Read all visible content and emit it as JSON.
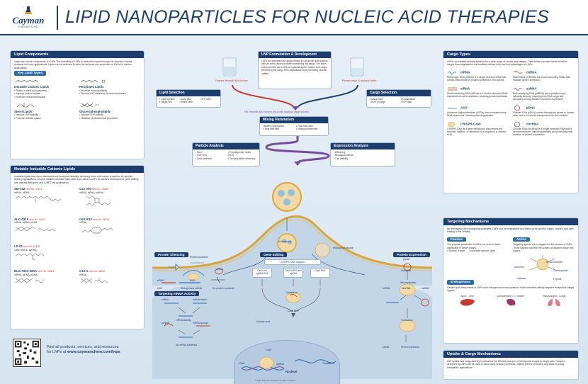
{
  "header": {
    "logo_text": "Cayman",
    "logo_sub": "CHEMICAL",
    "title": "LIPID NANOPARTICLES FOR NUCLEIC ACID THERAPIES"
  },
  "lipid_components": {
    "heading": "Lipid Components",
    "intro": "Lipids are critical components of LNPs. The versatility of LNPs is attributed in part through the diversity of lipids available for these applications. Lipids can be selected to tailor the behavior and properties of LNPs for various applications.",
    "key_types_heading": "Key Lipid Types",
    "types": [
      {
        "name": "Ionizable Cationic Lipids",
        "points": [
          "Protect nucleic acid payloads",
          "Improve cellular uptake",
          "Promote endosomal escape"
        ]
      },
      {
        "name": "PEGylated Lipids",
        "points": [
          "Increase biocompatibility",
          "Prevent LNP clearance by immune system"
        ]
      },
      {
        "name": "Sterol Lipids",
        "points": [
          "Improve LNP stability",
          "Promote cellular uptake"
        ]
      },
      {
        "name": "Glycerophospholipids",
        "points": [
          "Improve LNP stability",
          "Minimize phytochemical properties"
        ]
      }
    ]
  },
  "notable_lipids": {
    "heading": "Notable Ionizable Cationic Lipids",
    "intro": "Ionizable lipids have been developed and functional diversity, delivering them with unique properties for specific delivery applications. Several notable ionizable lipids have been used in LNPs for vaccine development, gene editing, rare disease therapies, and CAR T cell applications.",
    "lipids": [
      {
        "name": "SM-102",
        "item": "Item No. 33474",
        "use": "mRNA, siRNA"
      },
      {
        "name": "C12-200",
        "item": "Item No. 36699",
        "use": "mRNA, siRNA, miRNA"
      },
      {
        "name": "ALC-0315",
        "item": "Item No. 34337",
        "use": "mRNA, siRNA, pDNA"
      },
      {
        "name": "cKK-E12",
        "item": "Item No. 36700",
        "use": "mRNA"
      },
      {
        "name": "LP-01",
        "item": "Item No. 37378",
        "use": "Cas9 mRNA, sgRNA"
      },
      {
        "name": "DLin-MC3-DMA",
        "item": "Item No. 34364",
        "use": "mRNA, siRNA, pDNA"
      },
      {
        "name": "C14-4",
        "item": "Item No. 35942",
        "use": "mRNA"
      }
    ]
  },
  "footer": {
    "line1": "Find all products, services, and resources",
    "line2_prefix": "for LNPs at ",
    "url": "www.caymanchem.com/lnps",
    "copyright": "© 2024 Cayman Chemical. All rights reserved."
  },
  "formulation": {
    "heading": "LNP Formulation & Development",
    "text": "LNPs are prepared by rapidly mixing an ethanolic lipid solution with an acidic aqueous buffer containing the cargo. The lipids self-assemble into LNPs encapsulating the nucleic acid cargo, preventing the cargo from degradation and promoting cellular uptake.",
    "left_label": "Prepare ethanolic lipid mixture",
    "right_label": "Prepare cargo in aqueous buffer"
  },
  "lipid_selection": {
    "heading": "Lipid Selection",
    "items": [
      "Lipid species",
      "Target cell",
      "Lipid pKa",
      "Molar ratio",
      "N:P ratio"
    ]
  },
  "cargo_selection": {
    "heading": "Cargo Selection",
    "items": [
      "Cargo type",
      "Size of cargo",
      "Localization",
      "N:P ratio"
    ]
  },
  "mix_label": "Mix ethanolic lipid mixture and acidic aqueous cargo solution",
  "mixing": {
    "heading": "Mixing Parameters",
    "items": [
      "Buffer composition",
      "Total flow rate",
      "Flow rate ratio",
      "Mixing architecture"
    ]
  },
  "particle": {
    "heading": "Particle Analysis",
    "items": [
      "Size",
      "LNP pKa",
      "Zeta potential",
      "Polydispersity index (PDI)",
      "Encapsulation efficiency"
    ]
  },
  "expression": {
    "heading": "Expression Analysis",
    "items": [
      "Efficiency",
      "Biological effects",
      "Cell viability"
    ]
  },
  "cell": {
    "endocytosis": "Endocytosis",
    "endosomal_escape": "Endosomal escape",
    "nuclear_pore": "Nuclear pore",
    "nucleus": "Nucleus",
    "translation": "Translation",
    "protein_synthesis": "Protein synthesis"
  },
  "protein_silencing": {
    "heading": "Protein Silencing",
    "labels": [
      "Protein synthesis",
      "RISC",
      "siRNA",
      "ASO",
      "Endogenous mRNA",
      "shRNA",
      "No protein synthesis"
    ]
  },
  "targeting_mrna": {
    "heading": "Targeting mRNA Activity",
    "labels": [
      "mRNA",
      "mRNA mimic",
      "mRNA stability",
      "pshmiR",
      "mRNA sponge",
      "No mRNA synthesis"
    ]
  },
  "gene_editing": {
    "heading": "Gene Editing",
    "system": "CRISPR-Cas9 Systems",
    "options": [
      "Cas9 and sgRNA RNA",
      "Cas9 mRNA and sgRNA",
      "Cas9 RNP"
    ],
    "labels": [
      "Translation",
      "Cas9 RNP",
      "Cas9",
      "DNA",
      "sgRNA"
    ]
  },
  "protein_expression": {
    "heading": "Protein Expression",
    "labels": [
      "pDNA",
      "Nuclease",
      "mRNA",
      "Self-replication",
      "circRNA",
      "saRNA",
      "Translation"
    ]
  },
  "cargo_types": {
    "heading": "Cargo Types",
    "intro": "LNPs can transfer delivery systems for a wide range of nucleic acid cargos. Their ability to protect these sensitive cargos from degradation and facilitate cellular entry are key advantages of LNPs.",
    "items": [
      {
        "name": "mRNA",
        "desc": "Messenger RNA (mRNA) is a single-stranded RNA that carries instructions for protein synthesis in the cytosol."
      },
      {
        "name": "miRNA",
        "desc": "MicroRNAs (miRNAs) are small noncoding RNAs that regulate gene expression."
      },
      {
        "name": "siRNA",
        "desc": "Small interfering RNA (siRNA) is a double-stranded RNA that interferes with translation, blocking protein synthesis."
      },
      {
        "name": "saRNA",
        "desc": "Self-amplifying RNA (saRNA) self-replicates upon cytosolic delivery, requiring less RNA cargo and promoting a long duration of protein expression."
      },
      {
        "name": "ASO",
        "desc": "Antisense oligonucleotides (ASOs) bind complementary RNA sequences, inducing their degradation."
      },
      {
        "name": "pDNA",
        "desc": "Plasmid DNA (pDNA) carries therapeutic genes to human cells, where it must be transported into the nucleus."
      },
      {
        "name": "CRISPR-Cas9",
        "desc": "CRISPR-Cas9 is a gene editing tool that permits the removal, addition, or alteration of a sequence in cellular DNA."
      },
      {
        "name": "circRNA",
        "desc": "Circular RNA (circRNA) is a single-stranded RNA with a circular structure, improving stability and promoting long duration of protein expression."
      }
    ]
  },
  "targeting": {
    "heading": "Targeting Mechanisms",
    "intro": "By leveraging various targeting strategies, LNPs can be strategically and taken up by specific organs, tissues, and cells leading to the delivery.",
    "passive": {
      "heading": "Passive",
      "text": "The physical properties of LNPs are tuned to tailor distribution to target organs.",
      "points": [
        "Surface charge",
        "Ionizable cationic lipids"
      ]
    },
    "active": {
      "heading": "Active",
      "text": "Targeting ligands are conjugated to the surface of LNPs. These ligands increase the activity of targeted tissue and organs.",
      "labels": [
        "Antibody",
        "Small molecule",
        "Carbohydrate",
        "Aptamer",
        "Peptide"
      ]
    },
    "endogenous": {
      "heading": "Endogenous",
      "text": "Certain lipid components of LNPs bind endogenous serum proteins, which increases affinity targeted receptors in target organs.",
      "organs": [
        "ApoE - Liver",
        "Complement C3 - Spleen",
        "Plasminogen - Lungs"
      ]
    }
  },
  "uptake": {
    "heading": "Uptake & Cargo Mechanisms",
    "text": "LNP uptake and cargo delivery is critical for the efficient transport of therapeutic cargos to target cells. Cargoes delivered by LNPs can be used to tailor many cellular processes, making them a promising approach for many therapeutic applications."
  }
}
